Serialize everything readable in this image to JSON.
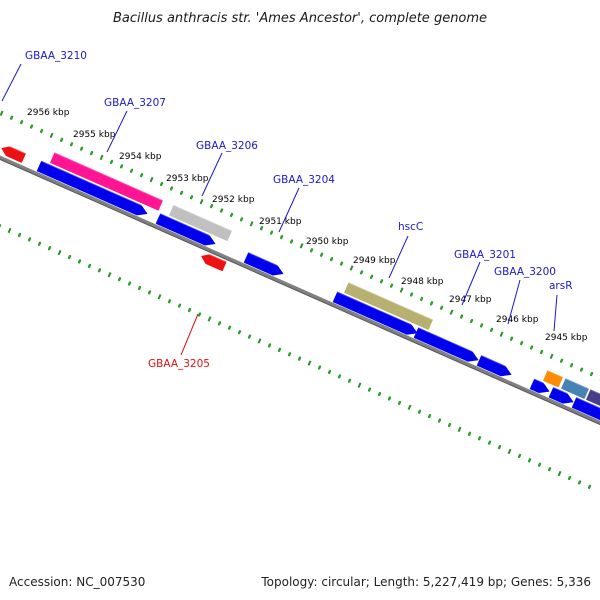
{
  "title": "Bacillus anthracis str. 'Ames Ancestor', complete genome",
  "footer": {
    "accession": "Accession: NC_007530",
    "summary": "Topology: circular; Length: 5,227,419 bp; Genes: 5,336"
  },
  "colors": {
    "forward_label": "#1a1ac8",
    "reverse_label": "#e01010",
    "backbone": "#808080",
    "tick_major": "#2e8b2e",
    "tick_minor": "#2aa02a",
    "cds": "#0000ee",
    "reverse_gene": "#ee1111"
  },
  "ticks": [
    {
      "label": "2956 kbp"
    },
    {
      "label": "2955 kbp"
    },
    {
      "label": "2954 kbp"
    },
    {
      "label": "2953 kbp"
    },
    {
      "label": "2952 kbp"
    },
    {
      "label": "2951 kbp"
    },
    {
      "label": "2950 kbp"
    },
    {
      "label": "2949 kbp"
    },
    {
      "label": "2948 kbp"
    },
    {
      "label": "2947 kbp"
    },
    {
      "label": "2946 kbp"
    },
    {
      "label": "2945 kbp"
    }
  ],
  "gene_labels": [
    {
      "name": "GBAA_3210",
      "strand": "forward"
    },
    {
      "name": "GBAA_3207",
      "strand": "forward"
    },
    {
      "name": "GBAA_3206",
      "strand": "forward"
    },
    {
      "name": "GBAA_3204",
      "strand": "forward"
    },
    {
      "name": "hscC",
      "strand": "forward"
    },
    {
      "name": "GBAA_3201",
      "strand": "forward"
    },
    {
      "name": "GBAA_3200",
      "strand": "forward"
    },
    {
      "name": "arsR",
      "strand": "forward"
    },
    {
      "name": "GBAA_3205",
      "strand": "reverse"
    }
  ],
  "features": [
    {
      "name": "gene-bar-3207",
      "color": "#ff1493",
      "track": "gene"
    },
    {
      "name": "cds-bar-3207",
      "color": "#0000ee",
      "track": "cds"
    },
    {
      "name": "gene-bar-3206",
      "color": "#c0c0c0",
      "track": "gene"
    },
    {
      "name": "cds-bar-3206",
      "color": "#0000ee",
      "track": "cds"
    },
    {
      "name": "cds-bar-3204",
      "color": "#0000ee",
      "track": "cds"
    },
    {
      "name": "gene-bar-hscC",
      "color": "#b8b070",
      "track": "gene"
    },
    {
      "name": "cds-bar-hscC",
      "color": "#0000ee",
      "track": "cds"
    },
    {
      "name": "cds-bar-3201",
      "color": "#0000ee",
      "track": "cds"
    },
    {
      "name": "cds-bar-3200",
      "color": "#0000ee",
      "track": "cds"
    },
    {
      "name": "gene-bar-3200",
      "color": "#ff8c00",
      "track": "gene"
    },
    {
      "name": "gene-bar-arsR",
      "color": "#4682b4",
      "track": "gene"
    },
    {
      "name": "cds-bar-arsR",
      "color": "#0000ee",
      "track": "cds"
    },
    {
      "name": "gene-bar-edge",
      "color": "#483d8b",
      "track": "gene"
    },
    {
      "name": "cds-bar-edge",
      "color": "#0000ee",
      "track": "cds"
    },
    {
      "name": "reverse-gene-left",
      "color": "#ee1111",
      "track": "reverse"
    },
    {
      "name": "reverse-gene-3205",
      "color": "#ee1111",
      "track": "reverse"
    }
  ]
}
